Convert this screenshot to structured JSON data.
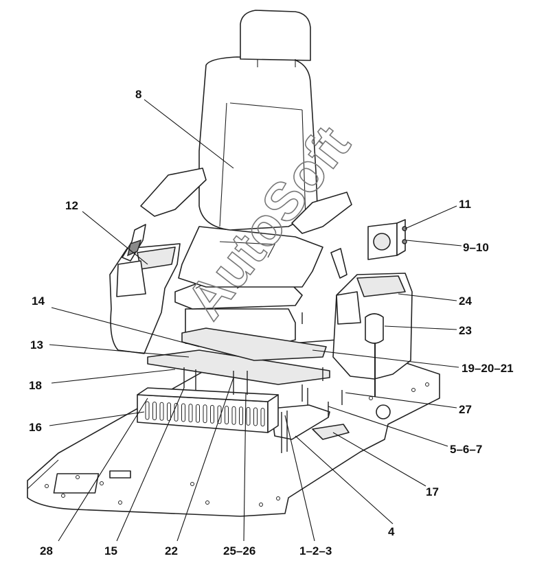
{
  "diagram": {
    "watermark": "AutoSoft",
    "callouts": [
      {
        "id": "c8",
        "label": "8"
      },
      {
        "id": "c11",
        "label": "11"
      },
      {
        "id": "c12",
        "label": "12"
      },
      {
        "id": "c9-10",
        "label": "9–10"
      },
      {
        "id": "c14",
        "label": "14"
      },
      {
        "id": "c24",
        "label": "24"
      },
      {
        "id": "c23",
        "label": "23"
      },
      {
        "id": "c13",
        "label": "13"
      },
      {
        "id": "c19-20-21",
        "label": "19–20–21"
      },
      {
        "id": "c18",
        "label": "18"
      },
      {
        "id": "c27",
        "label": "27"
      },
      {
        "id": "c16",
        "label": "16"
      },
      {
        "id": "c5-6-7",
        "label": "5–6–7"
      },
      {
        "id": "c17",
        "label": "17"
      },
      {
        "id": "c4",
        "label": "4"
      },
      {
        "id": "c28",
        "label": "28"
      },
      {
        "id": "c15",
        "label": "15"
      },
      {
        "id": "c22",
        "label": "22"
      },
      {
        "id": "c25-26",
        "label": "25–26"
      },
      {
        "id": "c1-2-3",
        "label": "1–2–3"
      }
    ]
  }
}
